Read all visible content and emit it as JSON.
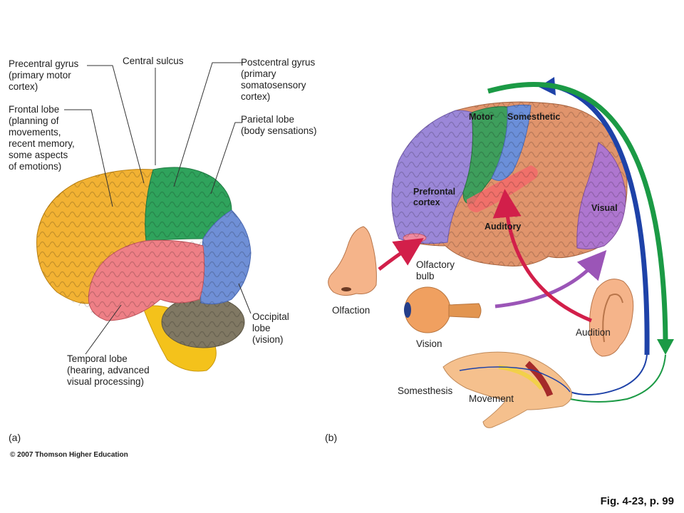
{
  "panel_a": {
    "tag": "(a)",
    "labels": {
      "precentral": "Precentral gyrus\n(primary motor\ncortex)",
      "central_sulcus": "Central sulcus",
      "postcentral": "Postcentral gyrus\n(primary\nsomatosensory\ncortex)",
      "frontal": "Frontal lobe\n(planning of\nmovements,\nrecent memory,\nsome aspects\nof emotions)",
      "parietal": "Parietal lobe\n(body sensations)",
      "occipital": "Occipital\nlobe\n(vision)",
      "temporal": "Temporal lobe\n(hearing, advanced\nvisual processing)"
    },
    "colors": {
      "frontal": "#f2b233",
      "motor_parietal": "#2fa35c",
      "occipital": "#6f8fd6",
      "temporal": "#ee7f86",
      "cerebellum": "#807863",
      "brainstem": "#f4c21b"
    }
  },
  "panel_b": {
    "tag": "(b)",
    "brain_labels": {
      "motor": "Motor",
      "somesthetic": "Somesthetic",
      "prefrontal": "Prefrontal\ncortex",
      "visual": "Visual",
      "auditory": "Auditory"
    },
    "outside_labels": {
      "olfactory_bulb": "Olfactory\nbulb",
      "olfaction": "Olfaction",
      "vision": "Vision",
      "audition": "Audition",
      "somesthesis": "Somesthesis",
      "movement": "Movement"
    },
    "colors": {
      "prefrontal": "#9b87d8",
      "motor": "#3e9e5c",
      "somesthetic": "#6b8fd9",
      "association": "#e0946c",
      "visual": "#ae76cf",
      "auditory": "#f26a6a",
      "arrow_red": "#d21f4a",
      "arrow_purple": "#9b55b7",
      "arrow_blue": "#1e42a8",
      "arrow_green": "#1b9a45",
      "skin": "#f5c08d"
    }
  },
  "footer": {
    "copyright": "© 2007 Thomson Higher Education",
    "figure_ref": "Fig. 4-23, p. 99"
  }
}
